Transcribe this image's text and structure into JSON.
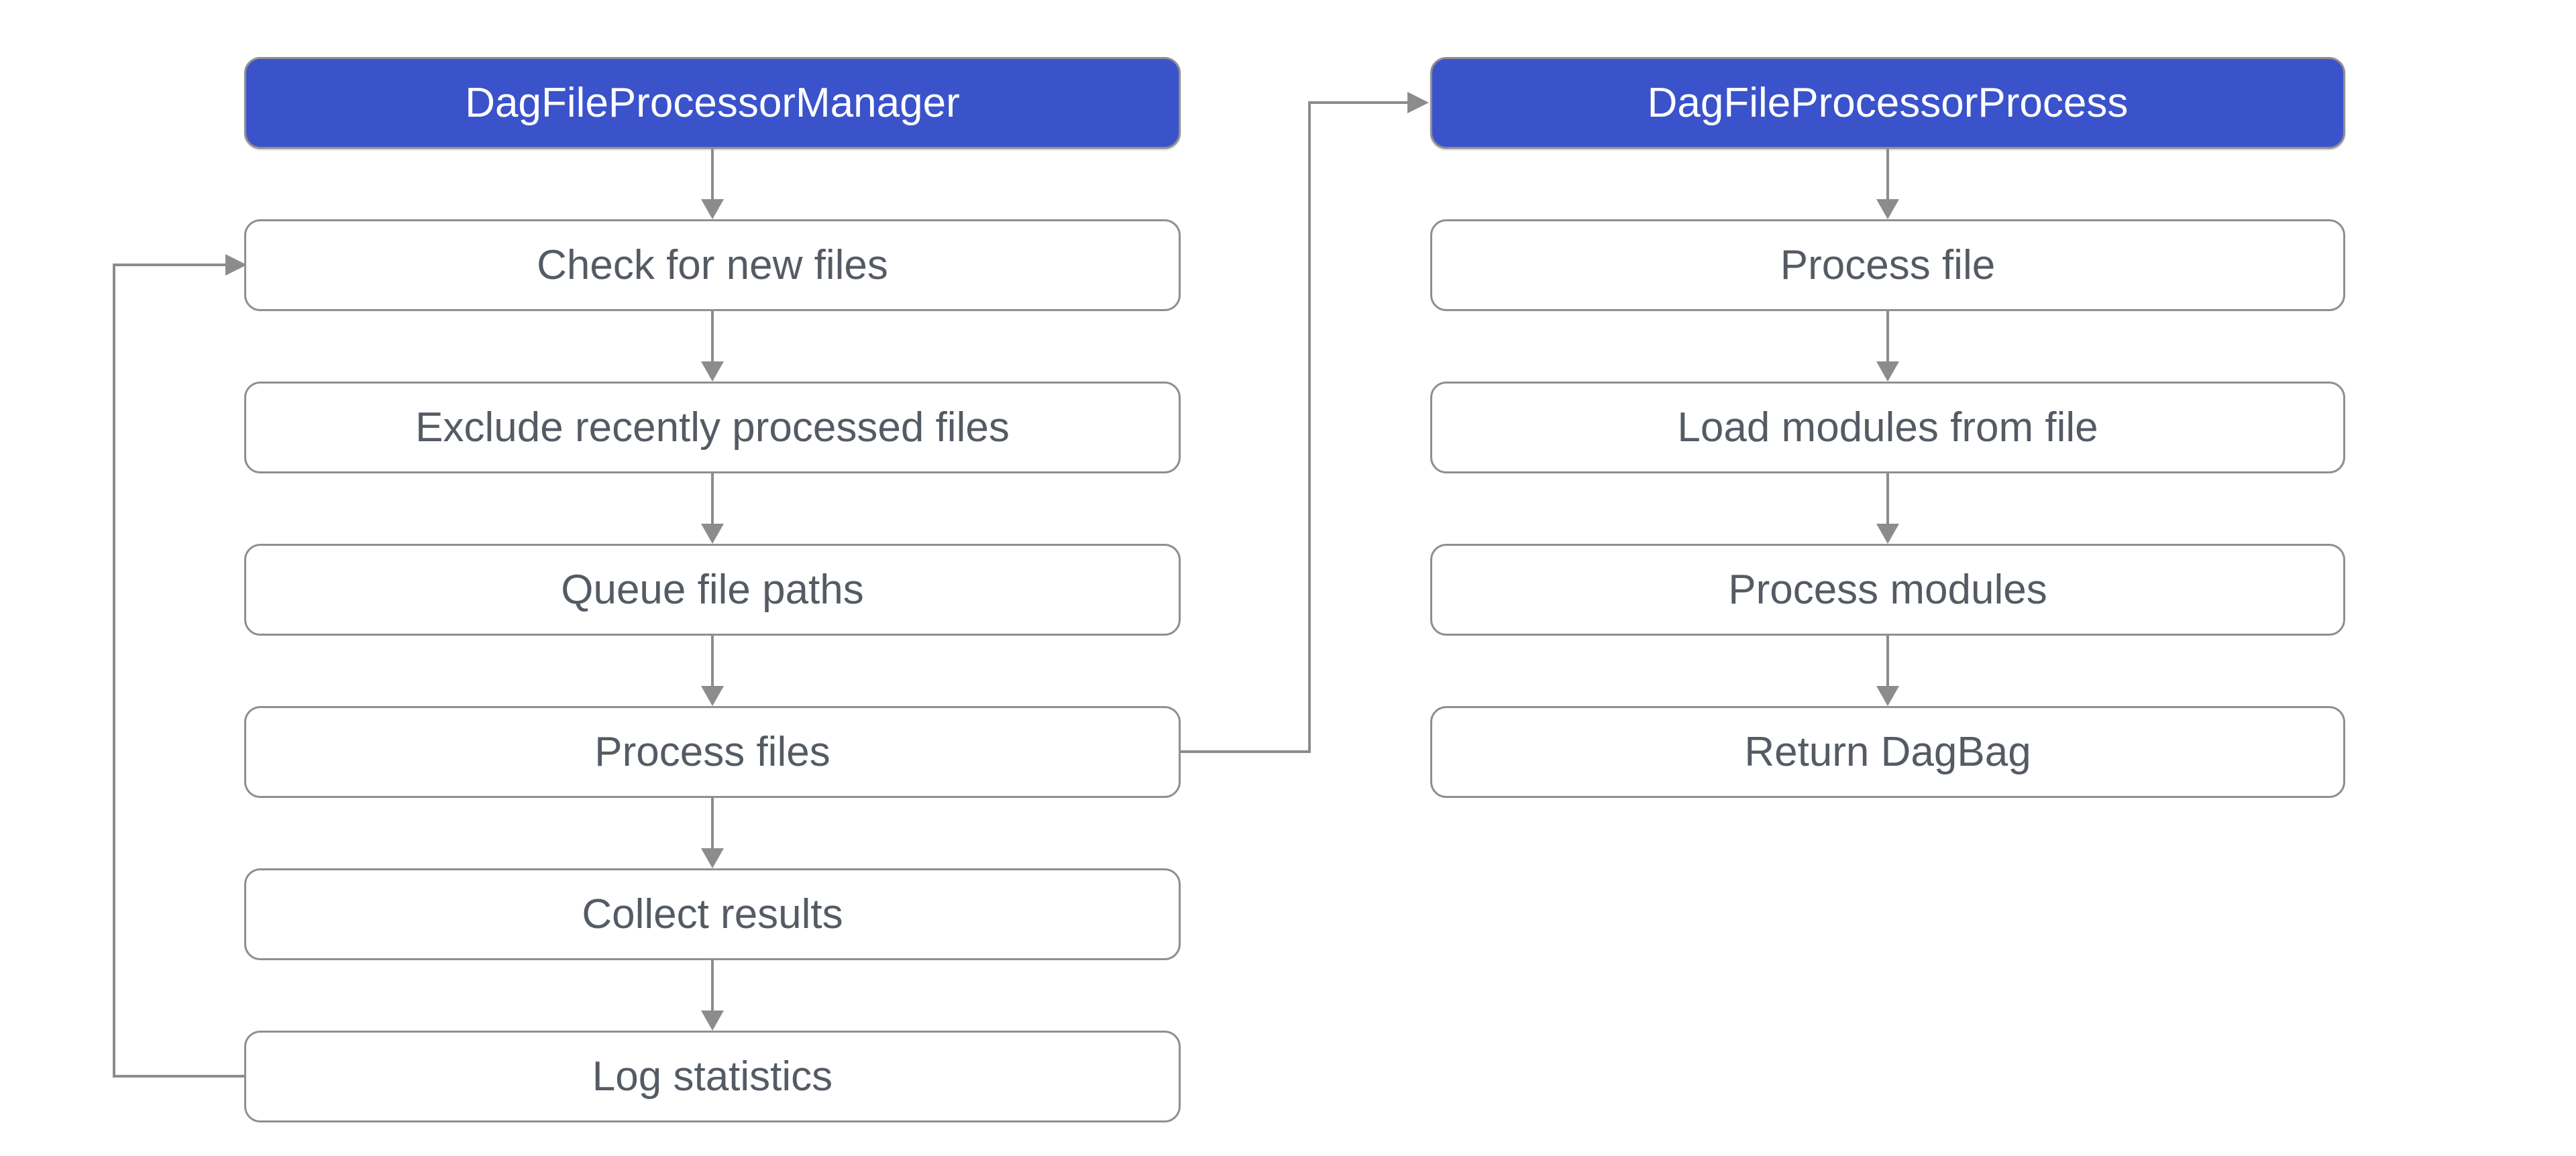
{
  "diagram": {
    "type": "flowchart",
    "colors": {
      "header_fill": "#3a53cb",
      "header_text": "#ffffff",
      "step_fill": "#ffffff",
      "step_border": "#8f8f8f",
      "step_text": "#545b64",
      "arrow": "#8c8c8c",
      "background": "#ffffff"
    },
    "columns": [
      {
        "id": "manager",
        "header": "DagFileProcessorManager",
        "steps": [
          "Check for new files",
          "Exclude recently processed files",
          "Queue file paths",
          "Process files",
          "Collect results",
          "Log statistics"
        ]
      },
      {
        "id": "processor",
        "header": "DagFileProcessorProcess",
        "steps": [
          "Process file",
          "Load modules from file",
          "Process modules",
          "Return DagBag"
        ]
      }
    ],
    "edges": [
      {
        "from": "DagFileProcessorManager",
        "to": "Check for new files",
        "style": "straight-down"
      },
      {
        "from": "Check for new files",
        "to": "Exclude recently processed files",
        "style": "straight-down"
      },
      {
        "from": "Exclude recently processed files",
        "to": "Queue file paths",
        "style": "straight-down"
      },
      {
        "from": "Queue file paths",
        "to": "Process files",
        "style": "straight-down"
      },
      {
        "from": "Process files",
        "to": "Collect results",
        "style": "straight-down"
      },
      {
        "from": "Collect results",
        "to": "Log statistics",
        "style": "straight-down"
      },
      {
        "from": "Log statistics",
        "to": "Check for new files",
        "style": "loop-back-left"
      },
      {
        "from": "Process files",
        "to": "DagFileProcessorProcess",
        "style": "elbow-up-right"
      },
      {
        "from": "DagFileProcessorProcess",
        "to": "Process file",
        "style": "straight-down"
      },
      {
        "from": "Process file",
        "to": "Load modules from file",
        "style": "straight-down"
      },
      {
        "from": "Load modules from file",
        "to": "Process modules",
        "style": "straight-down"
      },
      {
        "from": "Process modules",
        "to": "Return DagBag",
        "style": "straight-down"
      }
    ]
  }
}
